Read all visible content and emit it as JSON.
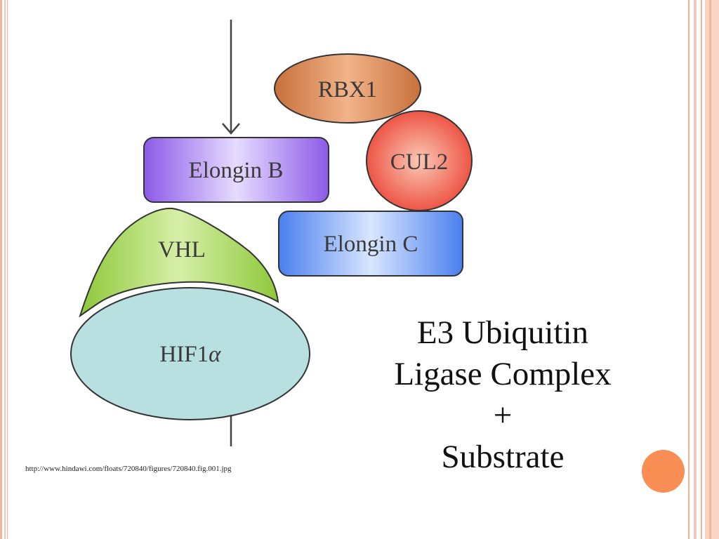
{
  "diagram": {
    "nodes": {
      "rbx1": "RBX1",
      "cul2": "CUL2",
      "elongin_b": "Elongin B",
      "elongin_c": "Elongin C",
      "vhl": "VHL",
      "hif1_main": "HIF1",
      "hif1_greek": "α"
    }
  },
  "title": {
    "line1": "E3 Ubiquitin",
    "line2": "Ligase Complex",
    "line3": "+",
    "line4": "Substrate"
  },
  "source": {
    "url": "http://www.hindawi.com/floats/720840/figures/720840.fig.001.jpg"
  },
  "colors": {
    "rbx1": "#c8703a",
    "cul2": "#ee5a4a",
    "elongin_b": "#9b6cf0",
    "elongin_c": "#5c8ff0",
    "vhl": "#a6d45a",
    "hif1": "#b8e0e0",
    "accent": "#f98f54",
    "border": "#f4b39a"
  }
}
